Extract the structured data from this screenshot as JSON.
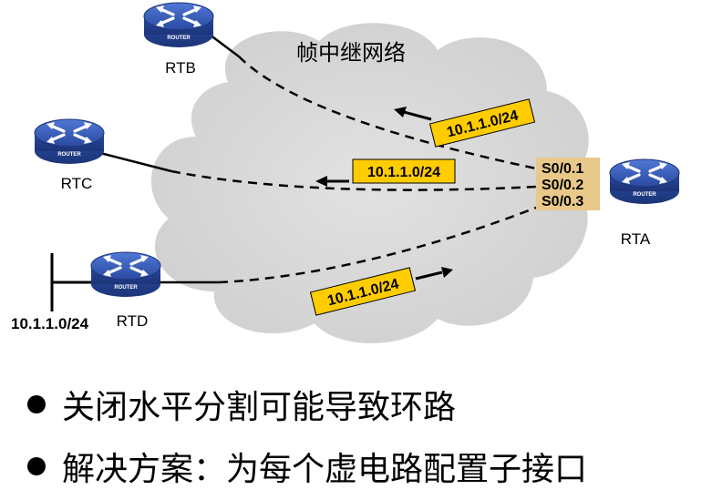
{
  "diagram": {
    "cloud_label": "帧中继网络",
    "routers": {
      "rta": {
        "name": "RTA",
        "badge": "ROUTER"
      },
      "rtb": {
        "name": "RTB",
        "badge": "ROUTER"
      },
      "rtc": {
        "name": "RTC",
        "badge": "ROUTER"
      },
      "rtd": {
        "name": "RTD",
        "badge": "ROUTER"
      }
    },
    "subinterfaces": [
      "S0/0.1",
      "S0/0.2",
      "S0/0.3"
    ],
    "route_labels": {
      "to_rtb": "10.1.1.0/24",
      "to_rtc": "10.1.1.0/24",
      "from_rtd": "10.1.1.0/24"
    },
    "lan_network": "10.1.1.0/24"
  },
  "bullets": [
    "关闭水平分割可能导致环路",
    "解决方案：为每个虚电路配置子接口"
  ],
  "colors": {
    "cloud": "#d3d3d3",
    "label_fill": "#ffcc00",
    "subif_fill": "#e8c98a",
    "router_blue": "#2f4fa6"
  }
}
